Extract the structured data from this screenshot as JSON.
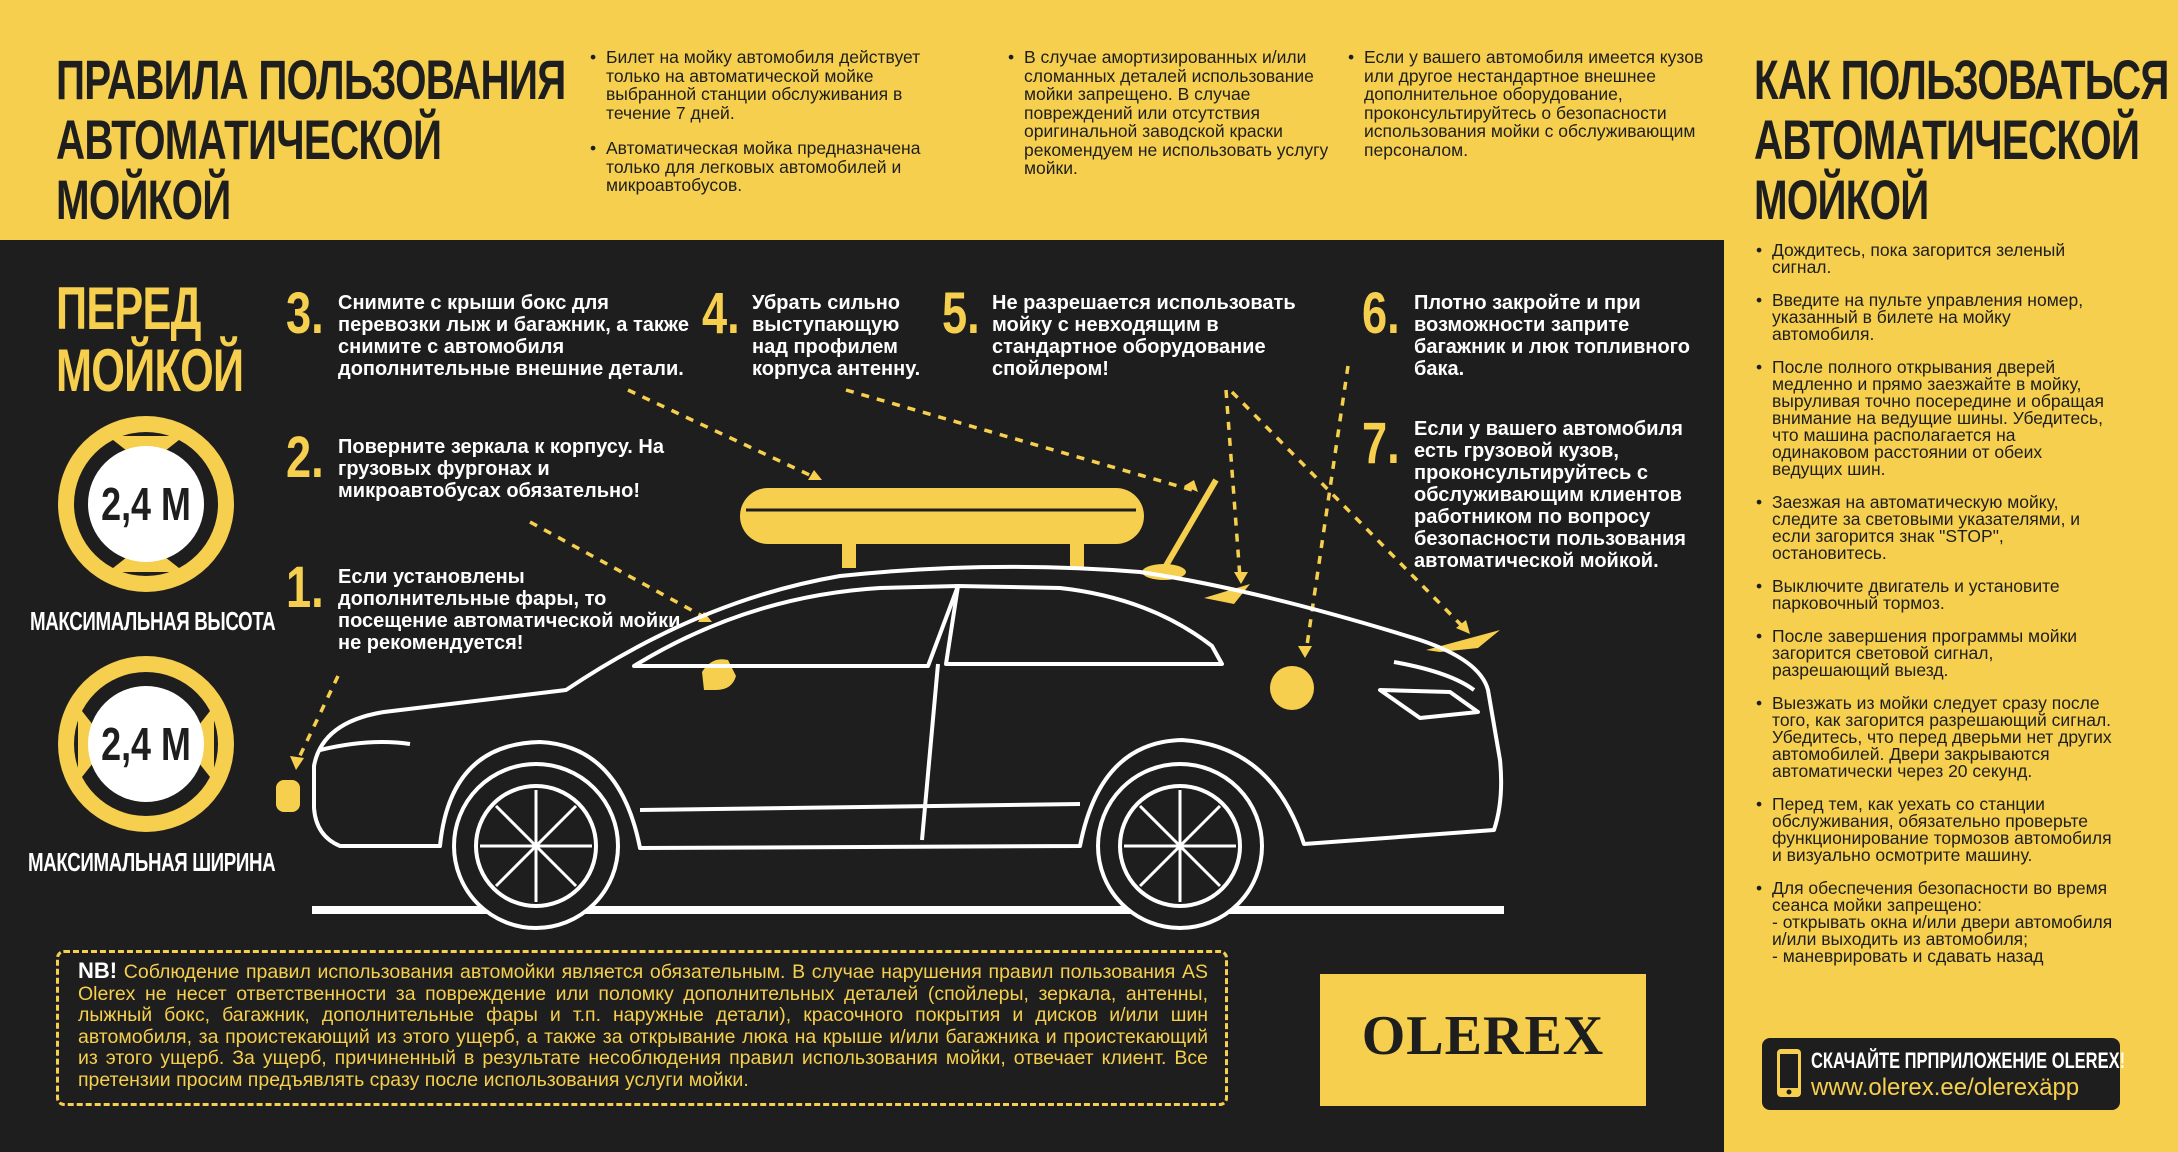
{
  "colors": {
    "yellow": "#f5cf4d",
    "dark": "#1e1e1e",
    "white": "#ffffff"
  },
  "header": {
    "title_line1": "ПРАВИЛА ПОЛЬЗОВАНИЯ",
    "title_line2": "АВТОМАТИЧЕСКОЙ МОЙКОЙ"
  },
  "top_rules": [
    "Билет на мойку автомобиля действует только на автоматической мойке выбранной станции обслуживания в течение 7 дней.",
    "Автоматическая мойка предназначена только для легковых автомобилей и микроавтобусов.",
    "В случае амортизированных и/или сломанных деталей использование мойки запрещено. В случае повреждений или отсутствия оригинальной заводской краски рекомендуем не использовать услугу мойки.",
    "Если у вашего автомобиля имеется кузов или другое нестандартное внешнее дополнительное оборудование, проконсультируйтесь о безопасности использования мойки с обслуживающим персоналом."
  ],
  "before": {
    "title_line1": "ПЕРЕД",
    "title_line2": "МОЙКОЙ",
    "max_height_value": "2,4 M",
    "max_height_label": "МАКСИМАЛЬНАЯ ВЫСОТА",
    "max_width_value": "2,4 M",
    "max_width_label": "МАКСИМАЛЬНАЯ ШИРИНА"
  },
  "steps": [
    {
      "num": "1.",
      "text": "Если установлены дополнительные фары, то посещение автоматической мойки не рекомендуется!"
    },
    {
      "num": "2.",
      "text": "Поверните зеркала к корпусу. На грузовых фургонах и микроавтобусах обязательно!"
    },
    {
      "num": "3.",
      "text": "Снимите с крыши бокс для перевозки лыж и багажник, а также снимите с автомобиля дополнительные внешние детали."
    },
    {
      "num": "4.",
      "text": "Убрать сильно выступающую над профилем корпуса антенну."
    },
    {
      "num": "5.",
      "text": "Не разрешается использовать мойку с невходящим в стандартное оборудование спойлером!"
    },
    {
      "num": "6.",
      "text": "Плотно закройте и при возможности заприте багажник и люк топливного бака."
    },
    {
      "num": "7.",
      "text": "Если у вашего автомобиля есть грузовой кузов, проконсультируйтесь с обслуживающим клиентов работником по вопросу безопасности пользования автоматической мойкой."
    }
  ],
  "howto": {
    "title_line1": "КАК ПОЛЬЗОВАТЬСЯ",
    "title_line2": "АВТОМАТИЧЕСКОЙ",
    "title_line3": "МОЙКОЙ",
    "items": [
      "Дождитесь, пока загорится зеленый сигнал.",
      "Введите на пульте управления номер, указанный в билете на мойку автомобиля.",
      "После полного открывания дверей медленно и прямо заезжайте в мойку, выруливая точно посередине и обращая внимание на ведущие шины. Убедитесь, что машина располагается на одинаковом расстоянии от обеих ведущих шин.",
      "Заезжая на автоматическую мойку, следите за световыми указателями, и если загорится знак \"STOP\", остановитесь.",
      "Выключите двигатель и установите парковочный тормоз.",
      "После завершения программы мойки загорится световой сигнал, разрешающий выезд.",
      "Выезжать из мойки следует сразу после того, как загорится разрешающий сигнал. Убедитесь, что перед дверьми нет других автомобилей. Двери закрываются автоматически через 20 секунд.",
      "Перед тем, как уехать со станции обслуживания, обязательно проверьте функционирование тормозов автомобиля и визуально осмотрите машину.",
      "Для обеспечения безопасности во время сеанса мойки запрещено:\n- открывать окна и/или двери автомобиля и/или выходить из автомобиля;\n- маневрировать и сдавать назад"
    ]
  },
  "nb": {
    "label": "NB!",
    "text": "Соблюдение правил использования автомойки является обязательным. В случае нарушения правил пользования AS Olerex не несет ответственности за повреждение или поломку дополнительных деталей (спойлеры, зеркала, антенны, лыжный бокс, багажник, дополнительные фары и т.п. наружные детали), красочного покрытия и дисков и/или шин автомобиля, за проистекающий из этого ущерб, а также за открывание люка на крыше и/или багажника и проистекающий из этого ущерб. За ущерб, причиненный в результате несоблюдения правил использования мойки, отвечает клиент. Все претензии просим предъявлять сразу после использования услуги мойки."
  },
  "brand": {
    "logo_text": "OLEREX"
  },
  "app": {
    "title": "СКАЧАЙТЕ ПРПРИЛОЖЕНИЕ OLEREX!",
    "url": "www.olerex.ee/olerexäpp"
  },
  "icons": {
    "phone": "phone-icon",
    "height_gauge": "height-gauge-icon",
    "width_gauge": "width-gauge-icon",
    "car": "car-illustration"
  }
}
